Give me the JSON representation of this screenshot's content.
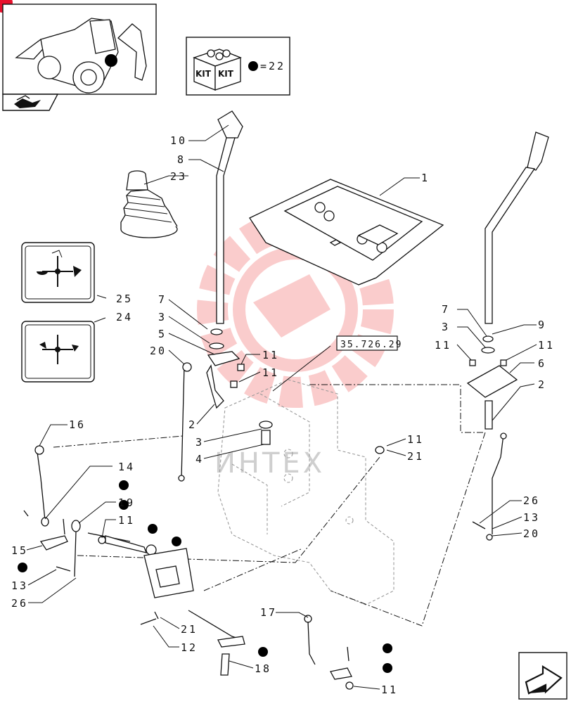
{
  "kit": {
    "badge_text": "KIT",
    "count_label": "=22"
  },
  "reference": "35.726.29",
  "watermark": "ИНТЕХ",
  "callouts": [
    {
      "id": "c10",
      "text": "10"
    },
    {
      "id": "c8",
      "text": "8"
    },
    {
      "id": "c23",
      "text": "23"
    },
    {
      "id": "c1",
      "text": "1"
    },
    {
      "id": "c25",
      "text": "25"
    },
    {
      "id": "c24",
      "text": "24"
    },
    {
      "id": "c7a",
      "text": "7"
    },
    {
      "id": "c3a",
      "text": "3"
    },
    {
      "id": "c5",
      "text": "5"
    },
    {
      "id": "c20a",
      "text": "20"
    },
    {
      "id": "c11a",
      "text": "11"
    },
    {
      "id": "c11b",
      "text": "11"
    },
    {
      "id": "c2a",
      "text": "2"
    },
    {
      "id": "c3b",
      "text": "3"
    },
    {
      "id": "c4",
      "text": "4"
    },
    {
      "id": "c16",
      "text": "16"
    },
    {
      "id": "c14",
      "text": "14"
    },
    {
      "id": "c19",
      "text": "19"
    },
    {
      "id": "c11c",
      "text": "11"
    },
    {
      "id": "c15",
      "text": "15"
    },
    {
      "id": "c13a",
      "text": "13"
    },
    {
      "id": "c26a",
      "text": "26"
    },
    {
      "id": "c21a",
      "text": "21"
    },
    {
      "id": "c12",
      "text": "12"
    },
    {
      "id": "c18",
      "text": "18"
    },
    {
      "id": "c17",
      "text": "17"
    },
    {
      "id": "c11d",
      "text": "11"
    },
    {
      "id": "c11e",
      "text": "11"
    },
    {
      "id": "c21b",
      "text": "21"
    },
    {
      "id": "c7b",
      "text": "7"
    },
    {
      "id": "c3c",
      "text": "3"
    },
    {
      "id": "c9",
      "text": "9"
    },
    {
      "id": "c11f",
      "text": "11"
    },
    {
      "id": "c11g",
      "text": "11"
    },
    {
      "id": "c6",
      "text": "6"
    },
    {
      "id": "c2b",
      "text": "2"
    },
    {
      "id": "c26b",
      "text": "26"
    },
    {
      "id": "c13b",
      "text": "13"
    },
    {
      "id": "c20b",
      "text": "20"
    }
  ],
  "colors": {
    "line": "#111111",
    "watermark": "#f6a3a3",
    "ghost": "#9a9a9a",
    "badge": "#e8112d"
  },
  "icons": [
    "machine-thumbnail-icon",
    "page-navigation-icon",
    "next-page-arrow-icon",
    "kit-box-icon",
    "kit-dot-marker-icon"
  ]
}
